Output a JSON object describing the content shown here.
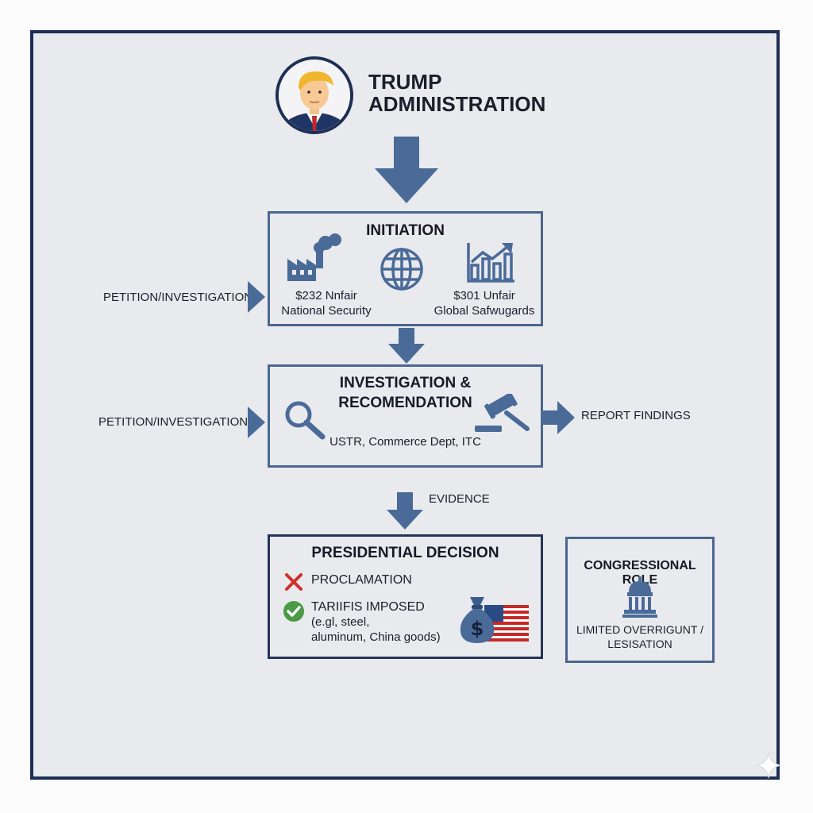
{
  "header": {
    "title_line1": "TRUMP",
    "title_line2": "ADMINISTRATION"
  },
  "initiation": {
    "title": "INITIATION",
    "left_label_line1": "$232 Nnfair",
    "left_label_line2": "National Security",
    "right_label_line1": "$301 Unfair",
    "right_label_line2": "Global Safwugards",
    "side_label": "PETITION/INVESTIGATION"
  },
  "investigation": {
    "title_line1": "INVESTIGATION &",
    "title_line2": "RECOMENDATION",
    "agencies": "USTR, Commerce Dept, ITC",
    "side_label": "PETITION/INVESTIGATION",
    "right_label": "REPORT FINDINGS"
  },
  "evidence_label": "EVIDENCE",
  "decision": {
    "title": "PRESIDENTIAL DECISION",
    "item1": "PROCLAMATION",
    "item2_line1": "TARIIFIS IMPOSED",
    "item2_line2": "(e.gl, steel,",
    "item2_line3": "aluminum, China goods)"
  },
  "congress": {
    "title": "CONGRESSIONAL ROLE",
    "text_line1": "LIMITED OVERRIGUNT /",
    "text_line2": "LESISATION"
  },
  "colors": {
    "frame": "#1e2f55",
    "box_border": "#4a6690",
    "arrow": "#4a6a98",
    "cross": "#d0302a",
    "check": "#4a9a46"
  }
}
